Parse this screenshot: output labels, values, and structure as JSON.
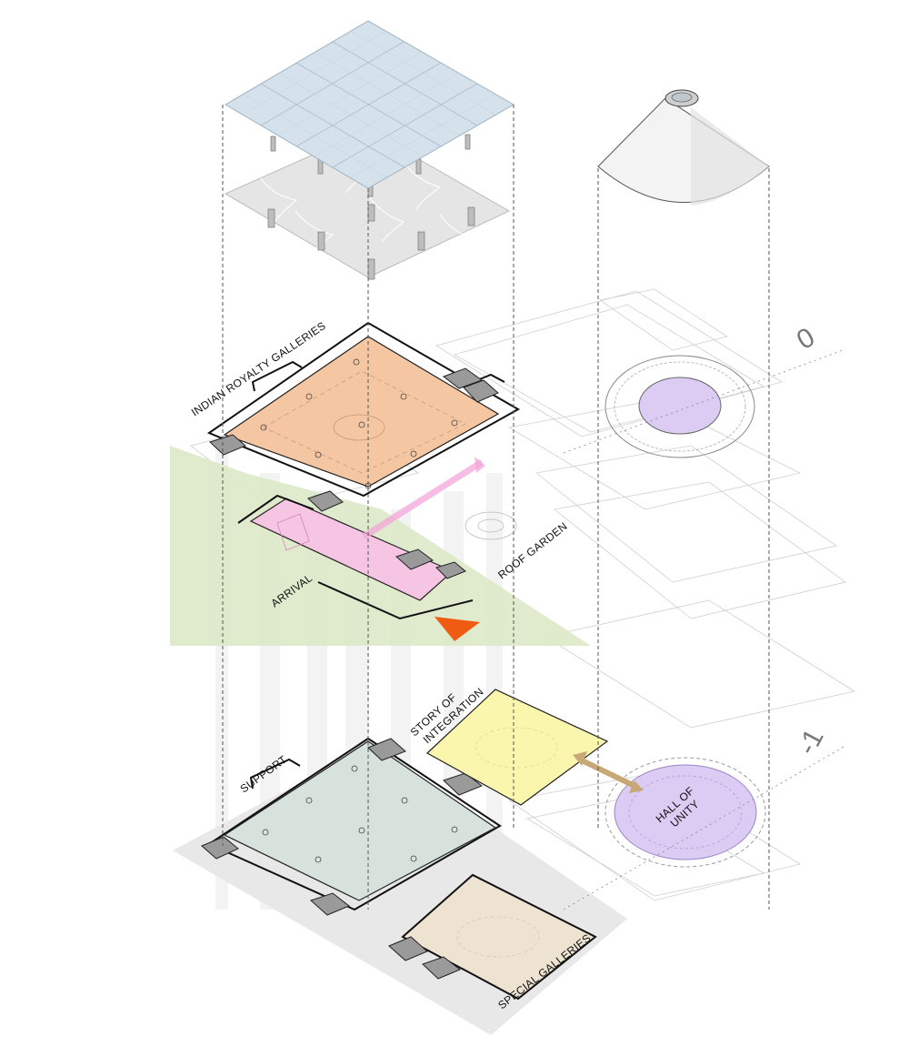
{
  "labels": {
    "indian_royalty": "INDIAN ROYALTY GALLERIES",
    "roof_garden": "ROOF GARDEN",
    "arrival": "ARRIVAL",
    "story_1": "STORY OF",
    "story_2": "INTEGRATION",
    "support": "SUPPORT",
    "hall_1": "HALL OF",
    "hall_2": "UNITY",
    "special": "SPECIAL GALLERIES"
  },
  "levels": {
    "ground": "0",
    "basement": "-1"
  },
  "colors": {
    "roof_glass": "#d6e3ec",
    "roof_shell": "#e6e6e6",
    "royalty": "#f5c8a4",
    "arrival": "#f6c6e4",
    "garden": "#dde9c8",
    "hall": "#dccbf2",
    "story": "#fbf6b0",
    "support": "#d7e2de",
    "special": "#efe4d3",
    "arrow": "#ee5a14",
    "link_arrow": "#c9a878"
  }
}
